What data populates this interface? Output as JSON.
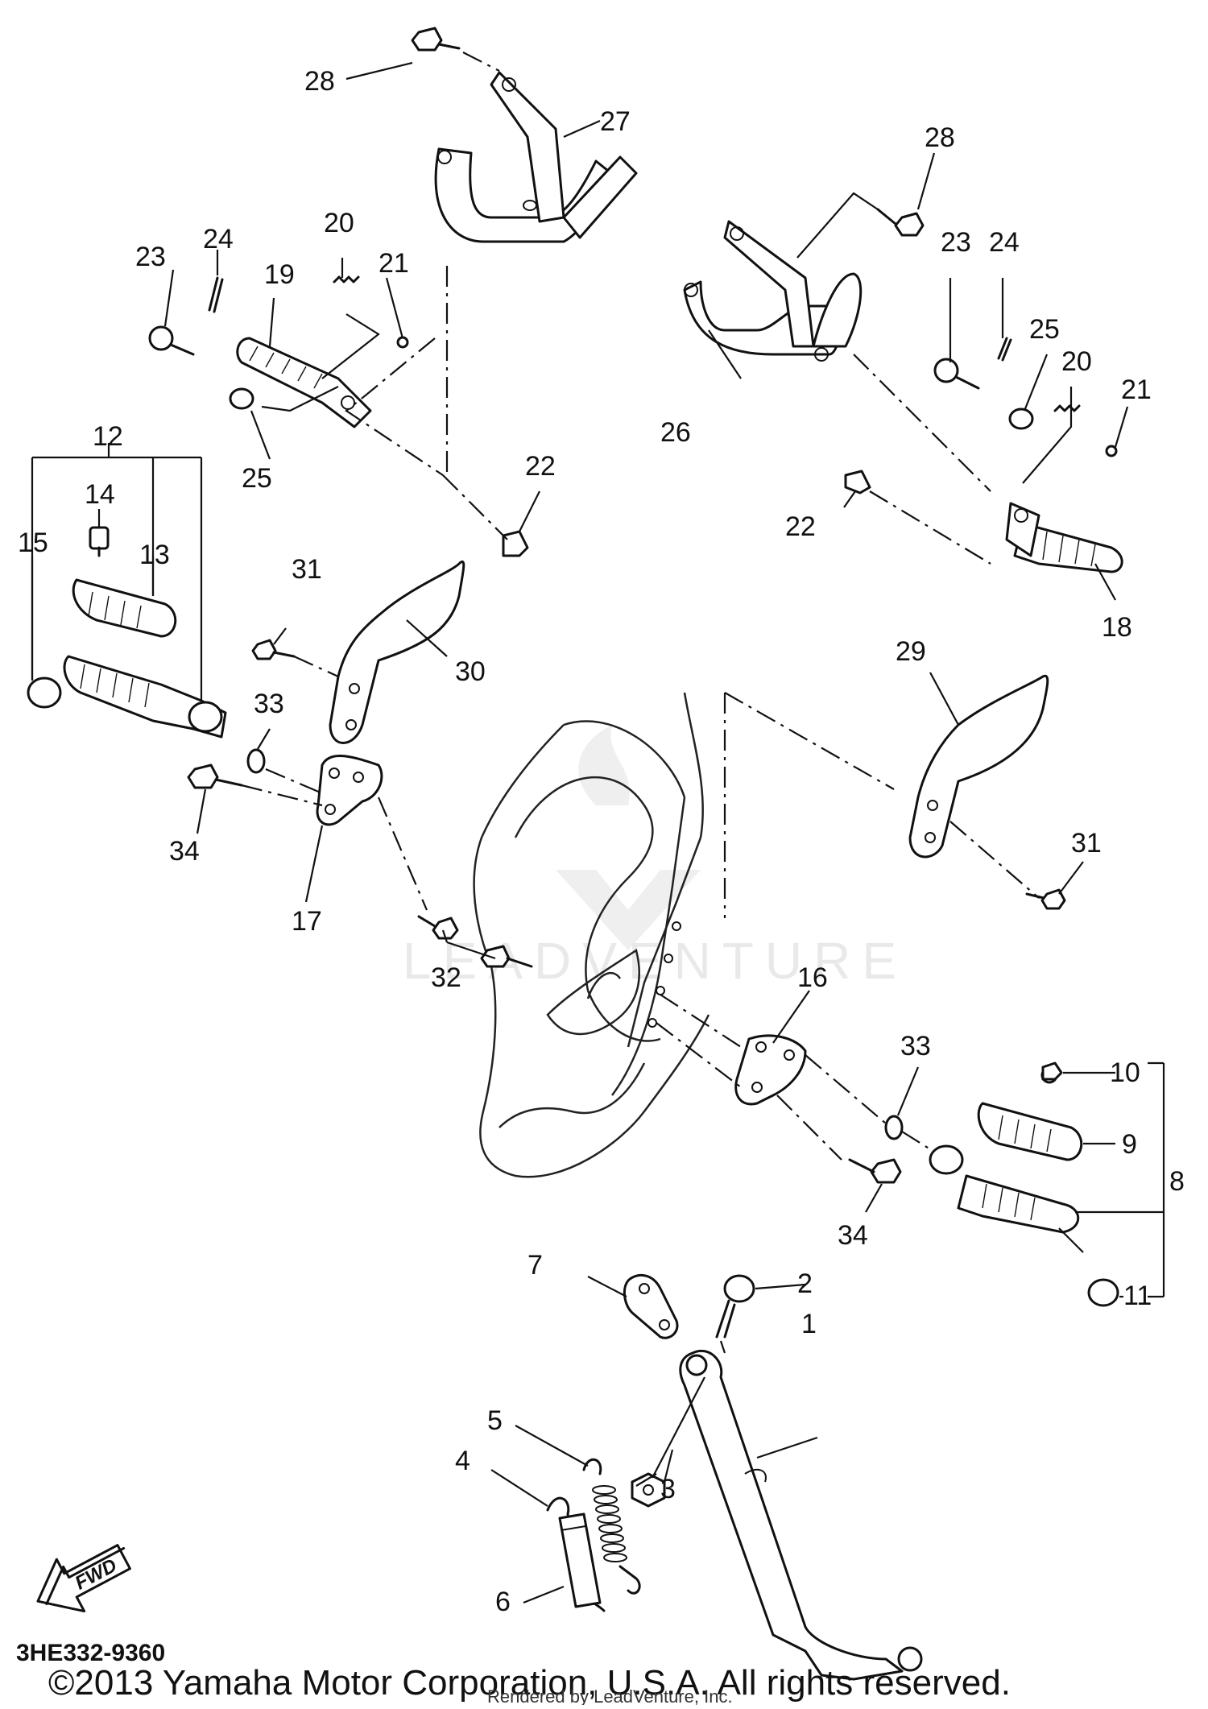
{
  "diagram": {
    "part_labels": [
      "1",
      "2",
      "3",
      "4",
      "5",
      "6",
      "7",
      "8",
      "9",
      "10",
      "11",
      "12",
      "13",
      "14",
      "15",
      "16",
      "17",
      "18",
      "19",
      "20",
      "21",
      "22",
      "23",
      "24",
      "25",
      "26",
      "27",
      "28",
      "29",
      "30",
      "31",
      "32",
      "33",
      "34"
    ],
    "duplicate_labels": [
      "20",
      "21",
      "22",
      "23",
      "24",
      "25",
      "28",
      "31",
      "33",
      "34"
    ],
    "fwd_arrow_text": "FWD",
    "diagram_code": "3HE332-9360",
    "watermark": "LEADVENTURE"
  },
  "footer": {
    "copyright": "©2013 Yamaha Motor Corporation, U.S.A. All rights reserved.",
    "rendered_by": "Rendered by LeadVenture, Inc."
  }
}
